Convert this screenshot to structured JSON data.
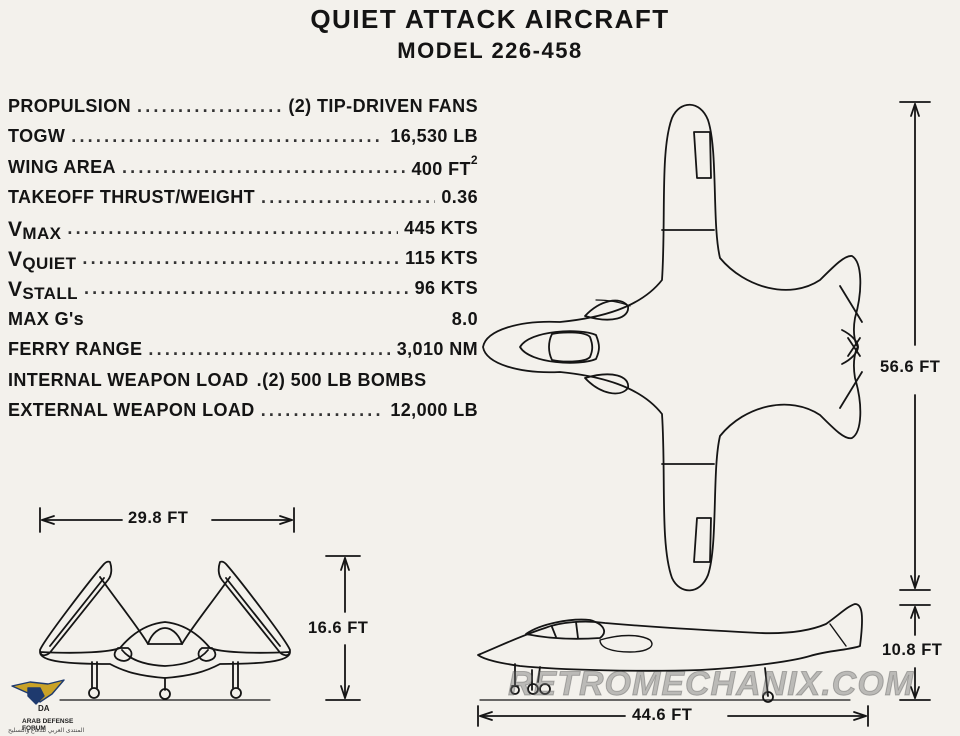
{
  "header": {
    "title": "QUIET ATTACK AIRCRAFT",
    "model": "MODEL 226-458"
  },
  "specs": [
    {
      "label": "PROPULSION",
      "value": "(2) TIP-DRIVEN FANS"
    },
    {
      "label": "TOGW",
      "value": "16,530 LB"
    },
    {
      "label": "WING AREA",
      "value": "400 FT",
      "value_sup": "2"
    },
    {
      "label": "TAKEOFF THRUST/WEIGHT",
      "value": "0.36"
    },
    {
      "label_main": "V",
      "label_sub": "MAX",
      "value": "445 KTS"
    },
    {
      "label_main": "V",
      "label_sub": "QUIET",
      "value": "115 KTS"
    },
    {
      "label_main": "V",
      "label_sub": "STALL",
      "value": "96 KTS"
    },
    {
      "label": "MAX G's",
      "value": "8.0"
    },
    {
      "label": "FERRY RANGE",
      "value": "3,010 NM"
    },
    {
      "label": "INTERNAL WEAPON LOAD",
      "value": ".(2) 500 LB BOMBS"
    },
    {
      "label": "EXTERNAL WEAPON LOAD",
      "value": "12,000 LB"
    }
  ],
  "dimensions": {
    "span": "29.8 FT",
    "front_height": "16.6 FT",
    "top_length": "56.6 FT",
    "side_height": "10.8 FT",
    "side_length": "44.6 FT"
  },
  "watermark": "RETROMECHANIX.COM",
  "logo": {
    "abbrev": "DA",
    "name": "ARAB DEFENSE FORUM",
    "arabic": "المنتدى العربي للدفاع والتسليح"
  }
}
